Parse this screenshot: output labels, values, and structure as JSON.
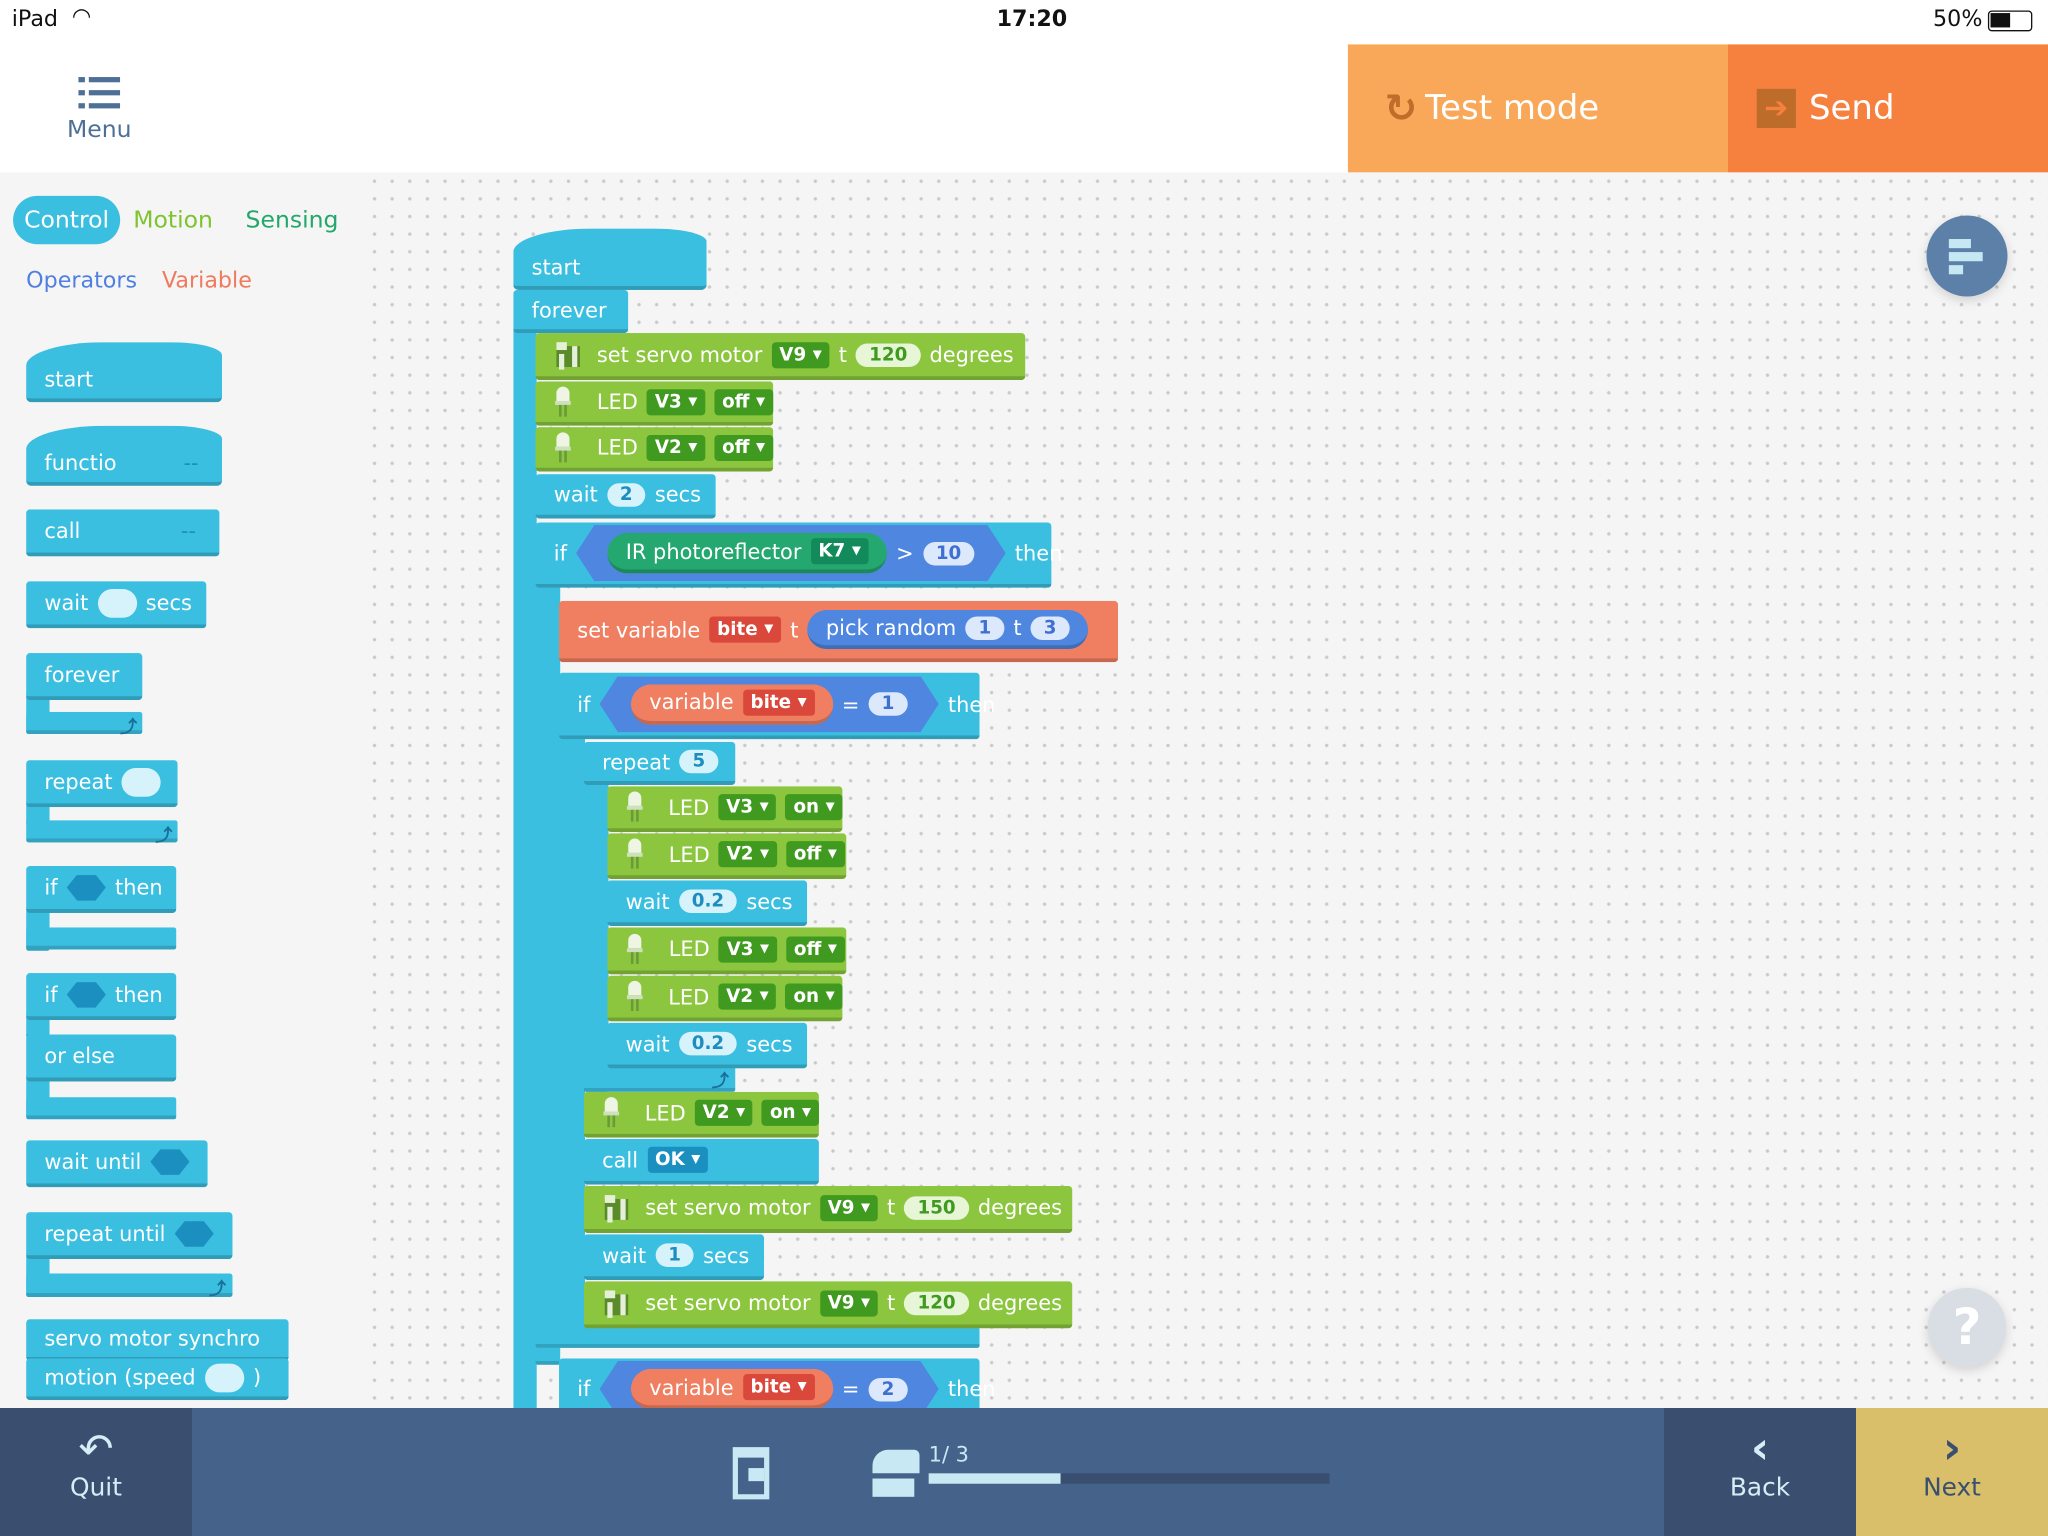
{
  "status_bar": {
    "device": "iPad",
    "time": "17:20",
    "battery": "50%"
  },
  "header": {
    "menu_label": "Menu",
    "test_mode_label": "Test mode",
    "send_label": "Send"
  },
  "categories": [
    {
      "label": "Control",
      "color": "#3bbfe1",
      "active": true
    },
    {
      "label": "Motion",
      "color": "#7dc42f"
    },
    {
      "label": "Sensing",
      "color": "#23a86c"
    },
    {
      "label": "Operators",
      "color": "#4f7fe0"
    },
    {
      "label": "Variable",
      "color": "#f07a5c"
    }
  ],
  "palette": [
    {
      "tokens": [
        {
          "t": "start"
        }
      ]
    },
    {
      "tokens": [
        {
          "t": "functio"
        },
        {
          "m": "--"
        }
      ]
    },
    {
      "tokens": [
        {
          "t": "call"
        },
        {
          "m": "--"
        }
      ]
    },
    {
      "tokens": [
        {
          "t": "wait"
        },
        {
          "n": ""
        },
        {
          "t": "secs"
        }
      ]
    },
    {
      "tokens": [
        {
          "t": "forever"
        }
      ]
    },
    {
      "tokens": [
        {
          "t": "repeat"
        },
        {
          "n": ""
        }
      ]
    },
    {
      "tokens": [
        {
          "t": "if"
        },
        {
          "h": ""
        },
        {
          "t": "then"
        }
      ]
    },
    {
      "tokens": [
        {
          "t": "if"
        },
        {
          "h": ""
        },
        {
          "t": "then"
        }
      ]
    },
    {
      "tokens": [
        {
          "t": "or else"
        }
      ]
    },
    {
      "tokens": [
        {
          "t": "wait until"
        },
        {
          "h": ""
        }
      ]
    },
    {
      "tokens": [
        {
          "t": "repeat until"
        },
        {
          "h": ""
        }
      ]
    },
    {
      "tokens": [
        {
          "t": "servo motor synchro"
        }
      ]
    },
    {
      "tokens": [
        {
          "t": "motion (speed"
        },
        {
          "n": ""
        },
        {
          "t": ")"
        }
      ]
    }
  ],
  "script": [
    {
      "cat": "control",
      "tokens": [
        {
          "t": "start"
        }
      ]
    },
    {
      "cat": "control",
      "tokens": [
        {
          "t": "forever"
        }
      ]
    },
    {
      "cat": "motion",
      "tokens": [
        {
          "icon": "servo"
        },
        {
          "t": "set servo motor"
        },
        {
          "d": "V9"
        },
        {
          "t": "t"
        },
        {
          "n": "120"
        },
        {
          "t": "degrees"
        }
      ]
    },
    {
      "cat": "motion",
      "tokens": [
        {
          "icon": "led"
        },
        {
          "t": "LED"
        },
        {
          "d": "V3"
        },
        {
          "d": "off"
        }
      ]
    },
    {
      "cat": "motion",
      "tokens": [
        {
          "icon": "led"
        },
        {
          "t": "LED"
        },
        {
          "d": "V2"
        },
        {
          "d": "off"
        }
      ]
    },
    {
      "cat": "control",
      "tokens": [
        {
          "t": "wait"
        },
        {
          "n": "2"
        },
        {
          "t": "secs"
        }
      ]
    },
    {
      "cat": "control",
      "tokens": [
        {
          "t": "if"
        },
        {
          "hex": [
            {
              "round": "sensing",
              "items": [
                {
                  "t": "IR photoreflector"
                },
                {
                  "d": "K7"
                }
              ]
            },
            {
              "t": ">"
            },
            {
              "n": "10"
            }
          ]
        },
        {
          "t": "then"
        }
      ]
    },
    {
      "cat": "variable",
      "tokens": [
        {
          "t": "set variable"
        },
        {
          "d": "bite"
        },
        {
          "t": "t"
        },
        {
          "round": "operators",
          "items": [
            {
              "t": "pick random"
            },
            {
              "n": "1"
            },
            {
              "t": "t"
            },
            {
              "n": "3"
            }
          ]
        }
      ]
    },
    {
      "cat": "control",
      "tokens": [
        {
          "t": "if"
        },
        {
          "hex": [
            {
              "round": "variable",
              "items": [
                {
                  "t": "variable"
                },
                {
                  "d": "bite"
                }
              ]
            },
            {
              "t": "="
            },
            {
              "n": "1"
            }
          ]
        },
        {
          "t": "then"
        }
      ]
    },
    {
      "cat": "control",
      "tokens": [
        {
          "t": "repeat"
        },
        {
          "n": "5"
        }
      ]
    },
    {
      "cat": "motion",
      "tokens": [
        {
          "icon": "led"
        },
        {
          "t": "LED"
        },
        {
          "d": "V3"
        },
        {
          "d": "on"
        }
      ]
    },
    {
      "cat": "motion",
      "tokens": [
        {
          "icon": "led"
        },
        {
          "t": "LED"
        },
        {
          "d": "V2"
        },
        {
          "d": "off"
        }
      ]
    },
    {
      "cat": "control",
      "tokens": [
        {
          "t": "wait"
        },
        {
          "n": "0.2"
        },
        {
          "t": "secs"
        }
      ]
    },
    {
      "cat": "motion",
      "tokens": [
        {
          "icon": "led"
        },
        {
          "t": "LED"
        },
        {
          "d": "V3"
        },
        {
          "d": "off"
        }
      ]
    },
    {
      "cat": "motion",
      "tokens": [
        {
          "icon": "led"
        },
        {
          "t": "LED"
        },
        {
          "d": "V2"
        },
        {
          "d": "on"
        }
      ]
    },
    {
      "cat": "control",
      "tokens": [
        {
          "t": "wait"
        },
        {
          "n": "0.2"
        },
        {
          "t": "secs"
        }
      ]
    },
    {
      "cat": "motion",
      "tokens": [
        {
          "icon": "led"
        },
        {
          "t": "LED"
        },
        {
          "d": "V2"
        },
        {
          "d": "on"
        }
      ]
    },
    {
      "cat": "control",
      "tokens": [
        {
          "t": "call"
        },
        {
          "d": "OK"
        }
      ]
    },
    {
      "cat": "motion",
      "tokens": [
        {
          "icon": "servo"
        },
        {
          "t": "set servo motor"
        },
        {
          "d": "V9"
        },
        {
          "t": "t"
        },
        {
          "n": "150"
        },
        {
          "t": "degrees"
        }
      ]
    },
    {
      "cat": "control",
      "tokens": [
        {
          "t": "wait"
        },
        {
          "n": "1"
        },
        {
          "t": "secs"
        }
      ]
    },
    {
      "cat": "motion",
      "tokens": [
        {
          "icon": "servo"
        },
        {
          "t": "set servo motor"
        },
        {
          "d": "V9"
        },
        {
          "t": "t"
        },
        {
          "n": "120"
        },
        {
          "t": "degrees"
        }
      ]
    },
    {
      "cat": "control",
      "tokens": [
        {
          "t": "if"
        },
        {
          "hex": [
            {
              "round": "variable",
              "items": [
                {
                  "t": "variable"
                },
                {
                  "d": "bite"
                }
              ]
            },
            {
              "t": "="
            },
            {
              "n": "2"
            }
          ]
        },
        {
          "t": "then"
        }
      ]
    }
  ],
  "bottom_bar": {
    "quit_label": "Quit",
    "back_label": "Back",
    "next_label": "Next",
    "page_indicator": "1/ 3",
    "progress": 0.33
  }
}
